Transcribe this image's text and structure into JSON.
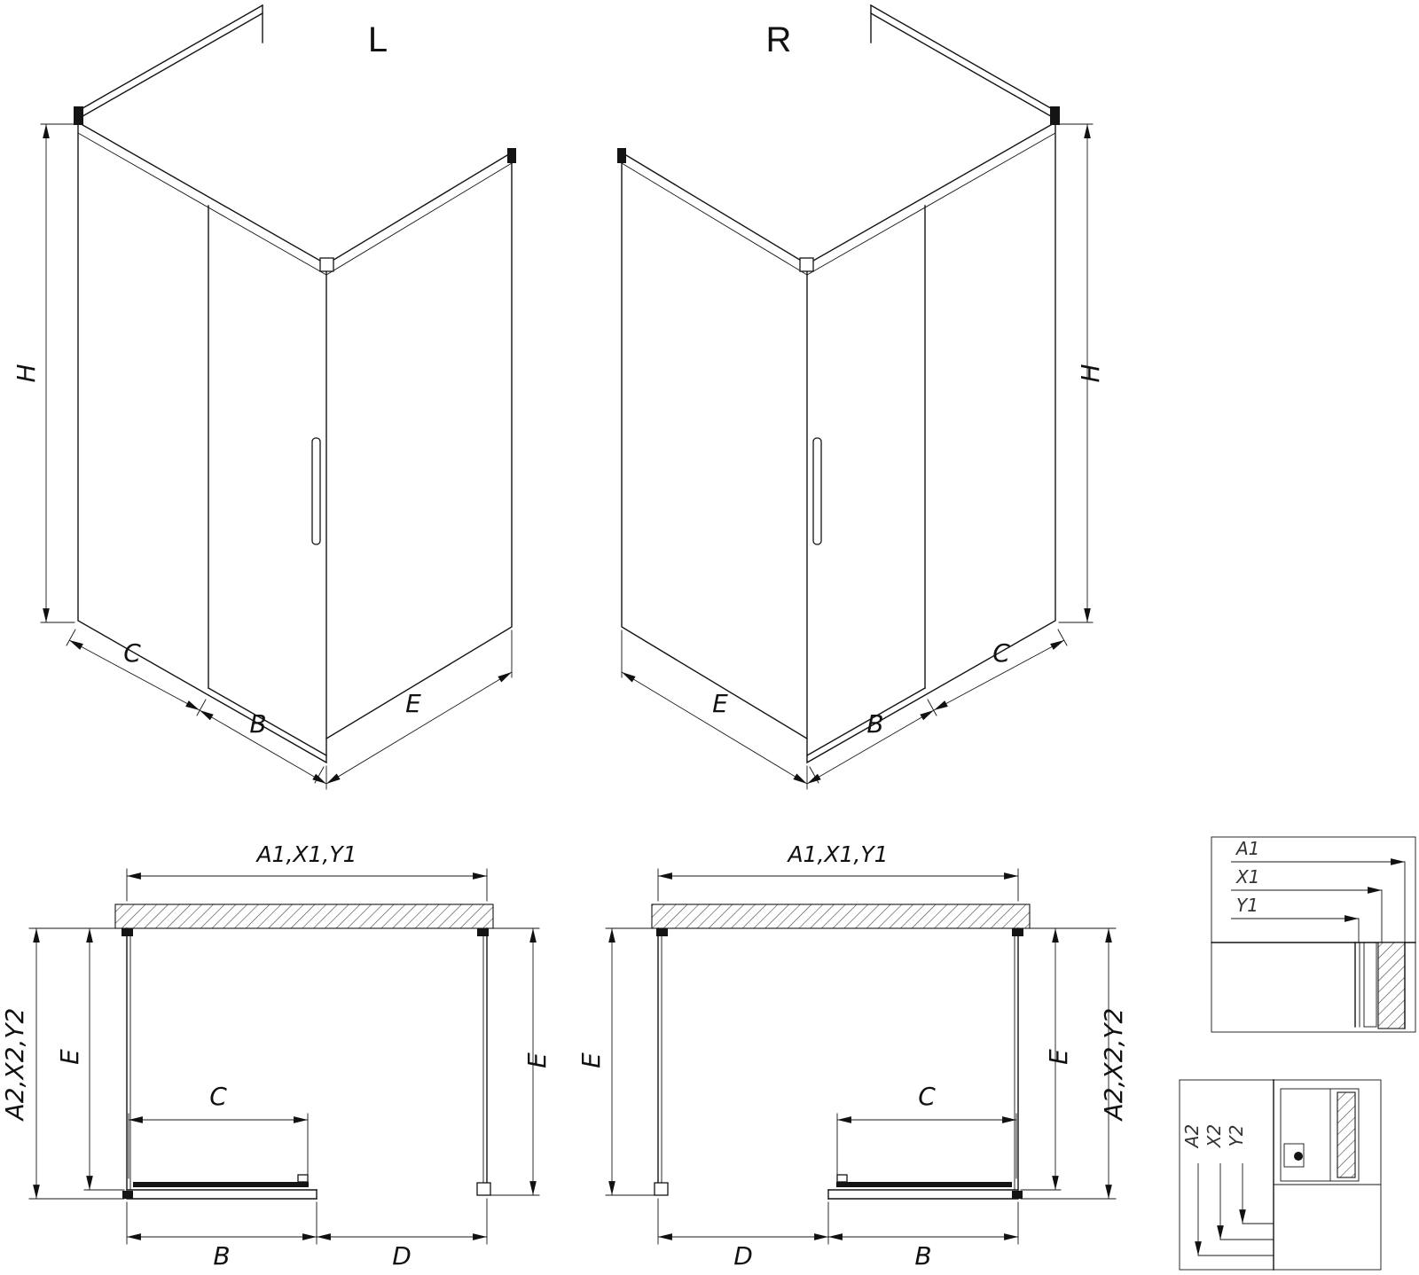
{
  "drawing": {
    "type": "shower-enclosure-technical-drawing",
    "line_color": "#141414",
    "background": "#ffffff",
    "views": {
      "iso_left": {
        "label": "L",
        "dim_height": "H",
        "dim_fixed": "C",
        "dim_door": "B",
        "dim_side": "E"
      },
      "iso_right": {
        "label": "R",
        "dim_height": "H",
        "dim_fixed": "C",
        "dim_door": "B",
        "dim_side": "E"
      },
      "plan_left": {
        "dim_width_top": "A1,X1,Y1",
        "dim_depth_left_outer": "A2,X2,Y2",
        "dim_depth_left_inner": "E",
        "dim_depth_right": "E",
        "dim_door": "C",
        "dim_bottom_left": "B",
        "dim_bottom_right": "D"
      },
      "plan_right": {
        "dim_width_top": "A1,X1,Y1",
        "dim_depth_left": "E",
        "dim_depth_right_inner": "E",
        "dim_depth_right_outer": "A2,X2,Y2",
        "dim_door": "C",
        "dim_bottom_left": "D",
        "dim_bottom_right": "B"
      },
      "detail_width": {
        "dim_a": "A1",
        "dim_x": "X1",
        "dim_y": "Y1"
      },
      "detail_depth": {
        "dim_a": "A2",
        "dim_x": "X2",
        "dim_y": "Y2"
      }
    }
  }
}
